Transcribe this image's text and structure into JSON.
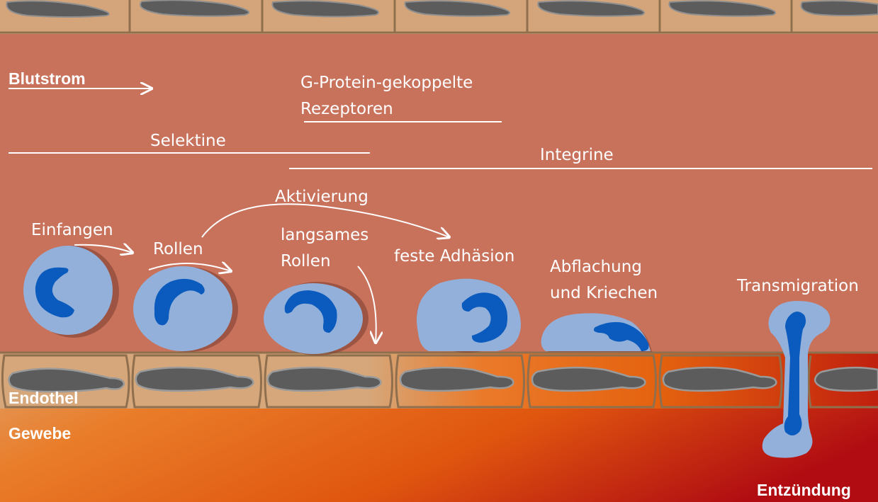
{
  "labels": {
    "blood_flow": "Blutstrom",
    "gpcr_line1": "G-Protein-gekoppelte",
    "gpcr_line2": "Rezeptoren",
    "selectins": "Selektine",
    "integrins": "Integrine",
    "activation": "Aktivierung",
    "capture": "Einfangen",
    "rolling": "Rollen",
    "slow_rolling_line1": "langsames",
    "slow_rolling_line2": "Rollen",
    "firm_adhesion": "feste Adhäsion",
    "flattening_line1": "Abflachung",
    "flattening_line2": "und Kriechen",
    "transmigration": "Transmigration",
    "endothelium": "Endothel",
    "tissue": "Gewebe",
    "inflammation": "Entzündung"
  },
  "colors": {
    "vessel_lumen": "#c8725c",
    "endothelial_cell": "#d4a57a",
    "endothelial_border": "#8f6f4e",
    "nucleus": "#5c5c5c",
    "leukocyte": "#93b0da",
    "leukocyte_nucleus": "#0a5bbd",
    "shadow": "#7a3d2e",
    "tissue_light": "#dcb48b",
    "inflamed_orange": "#e8620f",
    "inflamed_red": "#b50c10",
    "text": "#ffffff"
  }
}
